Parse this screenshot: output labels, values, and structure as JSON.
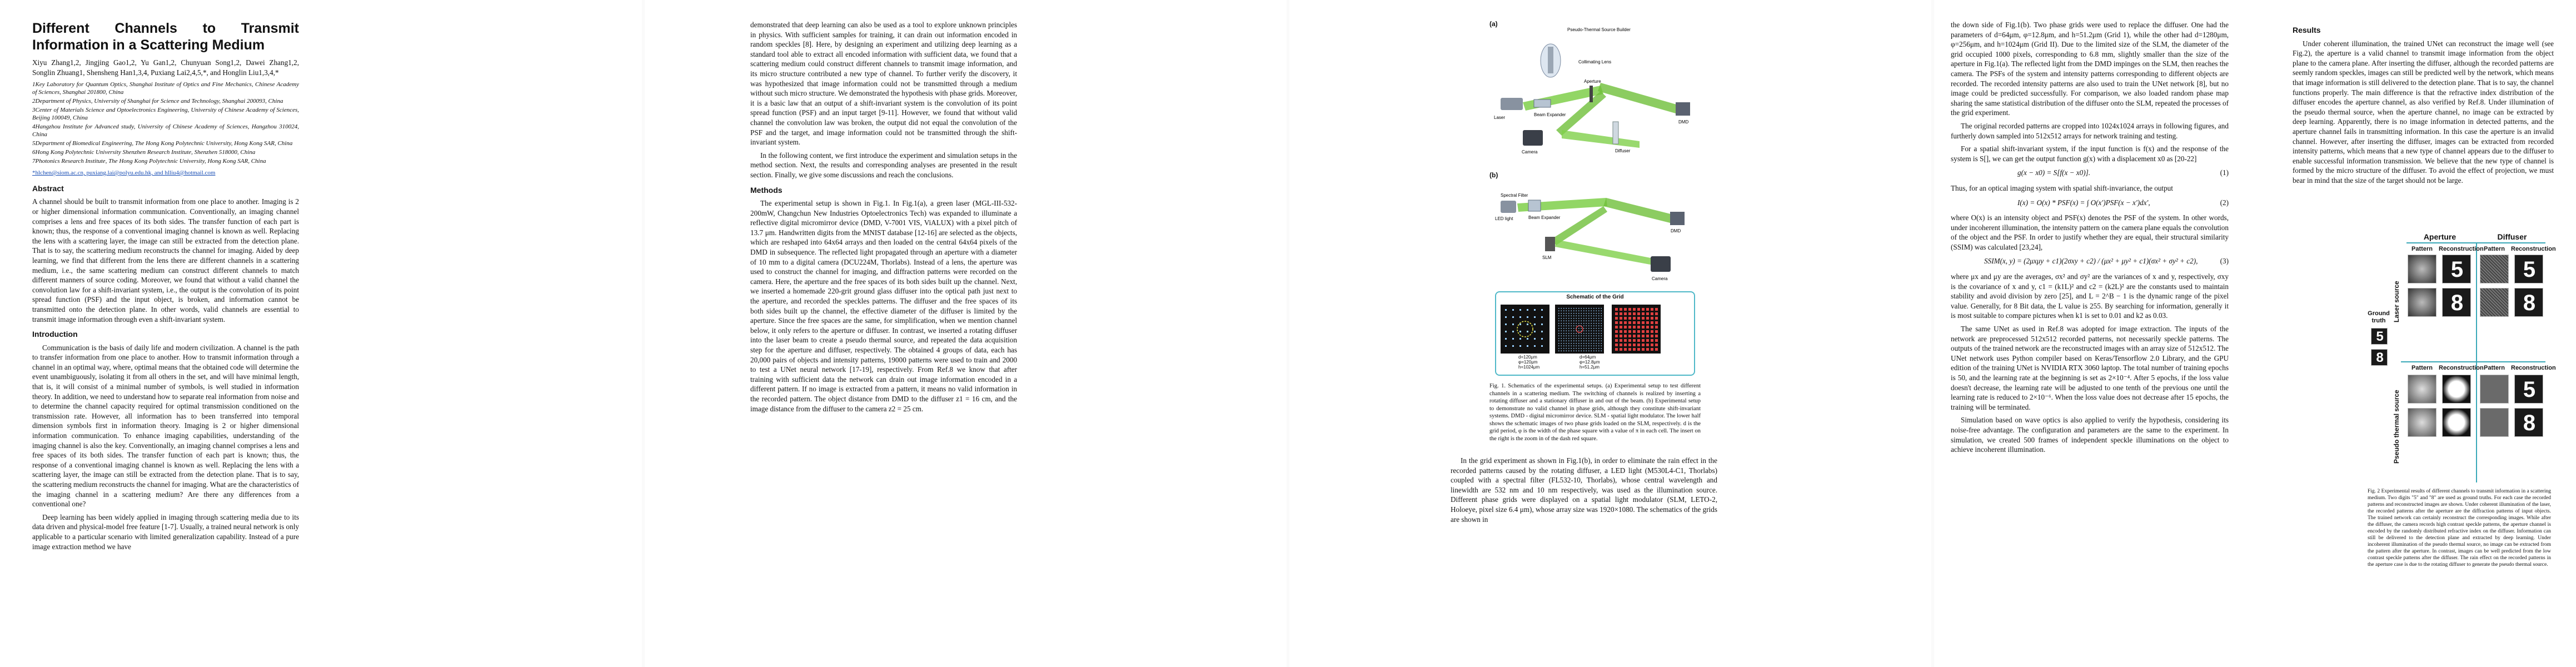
{
  "paper": {
    "title": "Different Channels to Transmit Information in a Scattering Medium",
    "authors": "Xiyu Zhang1,2, Jingjing Gao1,2, Yu Gan1,2, Chunyuan Song1,2, Dawei Zhang1,2, Songlin Zhuang1, Shensheng Han1,3,4, Puxiang Lai2,4,5,*, and Honglin Liu1,3,4,*",
    "affiliations": [
      "1Key Laboratory for Quantum Optics, Shanghai Institute of Optics and Fine Mechanics, Chinese Academy of Sciences, Shanghai 201800, China",
      "2Department of Physics, University of Shanghai for Science and Technology, Shanghai 200093, China",
      "3Center of Materials Science and Optoelectronics Engineering, University of Chinese Academy of Sciences, Beijing 100049, China",
      "4Hangzhou Institute for Advanced study, University of Chinese Academy of Sciences, Hangzhou 310024, China",
      "5Department of Biomedical Engineering, The Hong Kong Polytechnic University, Hong Kong SAR, China",
      "6Hong Kong Polytechnic University Shenzhen Research Institute, Shenzhen 518000, China",
      "7Photonics Research Institute, The Hong Kong Polytechnic University, Hong Kong SAR, China"
    ],
    "emails": "*hlchen@siom.ac.cn, puxiang.lai@polyu.edu.hk, and hlliu4@hotmail.com"
  },
  "col1": {
    "abstract_heading": "Abstract",
    "abstract": "A channel should be built to transmit information from one place to another. Imaging is 2 or higher dimensional information communication. Conventionally, an imaging channel comprises a lens and free spaces of its both sides. The transfer function of each part is known; thus, the response of a conventional imaging channel is known as well. Replacing the lens with a scattering layer, the image can still be extracted from the detection plane. That is to say, the scattering medium reconstructs the channel for imaging. Aided by deep learning, we find that different from the lens there are different channels in a scattering medium, i.e., the same scattering medium can construct different channels to match different manners of source coding. Moreover, we found that without a valid channel the convolution law for a shift-invariant system, i.e., the output is the convolution of its point spread function (PSF) and the input object, is broken, and information cannot be transmitted onto the detection plane. In other words, valid channels are essential to transmit image information through even a shift-invariant system.",
    "intro_heading": "Introduction",
    "intro_p1": "Communication is the basis of daily life and modern civilization. A channel is the path to transfer information from one place to another. How to transmit information through a channel in an optimal way, where, optimal means that the obtained code will determine the event unambiguously, isolating it from all others in the set, and will have minimal length, that is, it will consist of a minimal number of symbols, is well studied in information theory. In addition, we need to understand how to separate real information from noise and to determine the channel capacity required for optimal transmission conditioned on the transmission rate. However, all information has to been transferred into temporal dimension symbols first in information theory. Imaging is 2 or higher dimensional information communication. To enhance imaging capabilities, understanding of the imaging channel is also the key. Conventionally, an imaging channel comprises a lens and free spaces of its both sides. The transfer function of each part is known; thus, the response of a conventional imaging channel is known as well. Replacing the lens with a scattering layer, the image can still be extracted from the detection plane. That is to say, the scattering medium reconstructs the channel for imaging. What are the characteristics of the imaging channel in a scattering medium? Are there any differences from a conventional one?",
    "intro_p2": "Deep learning has been widely applied in imaging through scattering media due to its data driven and physical-model free feature [1-7]. Usually, a trained neural network is only applicable to a particular scenario with limited generalization capability. Instead of a pure image extraction method we have"
  },
  "col2": {
    "p1": "demonstrated that deep learning can also be used as a tool to explore unknown principles in physics. With sufficient samples for training, it can drain out information encoded in random speckles [8]. Here, by designing an experiment and utilizing deep learning as a standard tool able to extract all encoded information with sufficient data, we found that a scattering medium could construct different channels to transmit image information, and its micro structure contributed a new type of channel. To further verify the discovery, it was hypothesized that image information could not be transmitted through a medium without such micro structure. We demonstrated the hypothesis with phase grids. Moreover, it is a basic law that an output of a shift-invariant system is the convolution of its point spread function (PSF) and an input target [9-11]. However, we found that without valid channel the convolution law was broken, the output did not equal the convolution of the PSF and the target, and image information could not be transmitted through the shift-invariant system.",
    "p2": "In the following content, we first introduce the experiment and simulation setups in the method section. Next, the results and corresponding analyses are presented in the result section. Finally, we give some discussions and reach the conclusions.",
    "methods_heading": "Methods",
    "m1": "The experimental setup is shown in Fig.1. In Fig.1(a), a green laser (MGL-III-532-200mW, Changchun New Industries Optoelectronics Tech) was expanded to illuminate a reflective digital micromirror device (DMD, V-7001 VIS, ViALUX) with a pixel pitch of 13.7 μm. Handwritten digits from the MNIST database [12-16] are selected as the objects, which are reshaped into 64x64 arrays and then loaded on the central 64x64 pixels of the DMD in subsequence. The reflected light propagated through an aperture with a diameter of 10 mm to a digital camera (DCU224M, Thorlabs). Instead of a lens, the aperture was used to construct the channel for imaging, and diffraction patterns were recorded on the camera. Here, the aperture and the free spaces of its both sides built up the channel. Next, we inserted a homemade 220-grit ground glass diffuser into the optical path just next to the aperture, and recorded the speckles patterns. The diffuser and the free spaces of its both sides built up the channel, the effective diameter of the diffuser is limited by the aperture. Since the free spaces are the same, for simplification, when we mention channel below, it only refers to the aperture or diffuser. In contrast, we inserted a rotating diffuser into the laser beam to create a pseudo thermal source, and repeated the data acquisition step for the aperture and diffuser, respectively. The obtained 4 groups of data, each has 20,000 pairs of objects and intensity patterns, 19000 patterns were used to train and 2000 to test a UNet neural network [17-19], respectively. From Ref.8 we know that after training with sufficient data the network can drain out image information encoded in a different pattern. If no image is extracted from a pattern, it means no valid information in the recorded pattern. The object distance from DMD to the diffuser z1 = 16 cm, and the image distance from the diffuser to the camera z2 = 25 cm."
  },
  "figure1": {
    "label_a": "(a)",
    "label_b": "(b)",
    "pseudo_thermal": "Pseudo-Thermal Source Builder",
    "laser": "Laser",
    "beam_expander": "Beam Expander",
    "collimating_lens": "Collimating Lens",
    "aperture": "Aperture",
    "diffuser": "Diffuser",
    "dmd": "DMD",
    "camera": "Camera",
    "spectral_filter": "Spectral Filter",
    "led_light": "LED light",
    "slm": "SLM",
    "grid_title": "Schematic of the Grid",
    "grid_left_params": [
      "d=120μm",
      "φ=120μm",
      "h=1024μm"
    ],
    "grid_right_params": [
      "d=64μm",
      "φ=12.8μm",
      "h=51.2μm"
    ],
    "caption": "Fig. 1. Schematics of the experimental setups. (a) Experimental setup to test different channels in a scattering medium. The switching of channels is realized by inserting a rotating diffuser and a stationary diffuser in and out of the beam. (b) Experimental setup to demonstrate no valid channel in phase grids, although they constitute shift-invariant systems. DMD - digital micromirror device. SLM - spatial light modulator. The lower half shows the schematic images of two phase grids loaded on the SLM, respectively. d is the grid period, φ is the width of the phase square with a value of π in each cell. The insert on the right is the zoom in of the dash red square."
  },
  "col3": {
    "p1": "In the grid experiment as shown in Fig.1(b), in order to eliminate the rain effect in the recorded patterns caused by the rotating diffuser, a LED light (M530L4-C1, Thorlabs) coupled with a spectral filter (FL532-10, Thorlabs), whose central wavelength and linewidth are 532 nm and 10 nm respectively, was used as the illumination source. Different phase grids were displayed on a spatial light modulator (SLM, LETO-2, Holoeye, pixel size 6.4 μm), whose array size was 1920×1080. The schematics of the grids are shown in"
  },
  "col4": {
    "p1": "the down side of Fig.1(b). Two phase grids were used to replace the diffuser. One had the parameters of d=64μm, φ=12.8μm, and h=51.2μm (Grid 1), while the other had d=1280μm, φ=256μm, and h=1024μm (Grid II). Due to the limited size of the SLM, the diameter of the grid occupied 1000 pixels, corresponding to 6.8 mm, slightly smaller than the size of the aperture in Fig.1(a). The reflected light from the DMD impinges on the SLM, then reaches the camera. The PSFs of the system and intensity patterns corresponding to different objects are recorded. The recorded intensity patterns are also used to train the UNet network [8], but no image could be predicted successfully. For comparison, we also loaded random phase map sharing the same statistical distribution of the diffuser onto the SLM, repeated the processes of the grid experiment.",
    "p2": "The original recorded patterns are cropped into 1024x1024 arrays in following figures, and furtherly down sampled into 512x512 arrays for network training and testing.",
    "p3": "For a spatial shift-invariant system, if the input function is f(x) and the response of the system is S[], we can get the output function g(x) with a displacement x0 as [20-22]",
    "eq1": "g(x − x0) = S[f(x − x0)].",
    "eq1_num": "(1)",
    "p4": "Thus, for an optical imaging system with spatial shift-invariance, the output",
    "eq2": "I(x) = O(x) * PSF(x) = ∫ O(x')PSF(x − x')dx',",
    "eq2_num": "(2)",
    "p5": "where O(x) is an intensity object and PSF(x) denotes the PSF of the system. In other words, under incoherent illumination, the intensity pattern on the camera plane equals the convolution of the object and the PSF. In order to justify whether they are equal, their structural similarity (SSIM) was calculated [23,24],",
    "eq3": "SSIM(x, y) = (2μxμy + c1)(2σxy + c2) / (μx² + μy² + c1)(σx² + σy² + c2),",
    "eq3_num": "(3)",
    "p6": "where μx and μy are the averages, σx² and σy² are the variances of x and y, respectively, σxy is the covariance of x and y, c1 = (k1L)² and c2 = (k2L)² are the constants used to maintain stability and avoid division by zero [25], and L = 2^B − 1 is the dynamic range of the pixel value. Generally, for 8 Bit data, the L value is 255. By searching for information, generally it is most suitable to compare pictures when k1 is set to 0.01 and k2 as 0.03.",
    "p7": "The same UNet as used in Ref.8 was adopted for image extraction. The inputs of the network are preprocessed 512x512 recorded patterns, not necessarily speckle patterns. The outputs of the trained network are the reconstructed images with an array size of 512x512. The UNet network uses Python compiler based on Keras/Tensorflow 2.0 Library, and the GPU edition of the training UNet is NVIDIA RTX 3060 laptop. The total number of training epochs is 50, and the learning rate at the beginning is set as 2×10⁻⁴. After 5 epochs, if the loss value doesn't decrease, the learning rate will be adjusted to one tenth of the previous one until the learning rate is reduced to 2×10⁻⁶. When the loss value does not decrease after 15 epochs, the training will be terminated.",
    "p8": "Simulation based on wave optics is also applied to verify the hypothesis, considering its noise-free advantage. The configuration and parameters are the same to the experiment. In simulation, we created 500 frames of independent speckle illuminations on the object to achieve incoherent illumination."
  },
  "col5": {
    "results_heading": "Results",
    "p1": "Under coherent illumination, the trained UNet can reconstruct the image well (see Fig.2), the aperture is a valid channel to transmit image information from the object plane to the camera plane. After inserting the diffuser, although the recorded patterns are seemly random speckles, images can still be predicted well by the network, which means that image information is still delivered to the detection plane. That is to say, the channel functions properly. The main difference is that the refractive index distribution of the diffuser encodes the aperture channel, as also verified by Ref.8. Under illumination of the pseudo thermal source, when the aperture channel, no image can be extracted by deep learning. Apparently, there is no image information in detected patterns, and the aperture channel fails in transmitting information. In this case the aperture is an invalid channel. However, after inserting the diffuser, images can be extracted from recorded intensity patterns, which means that a new type of channel appears due to the diffuser to enable successful information transmission. We believe that the new type of channel is formed by the micro structure of the diffuser. To avoid the effect of projection, we must bear in mind that the size of the target should not be large."
  },
  "figure2": {
    "aperture_header": "Aperture",
    "diffuser_header": "Diffuser",
    "pattern_label": "Pattern",
    "reconstruction_label": "Reconstruction",
    "ground_truth_label": "Ground truth",
    "laser_source_label": "Laser source",
    "pseudo_source_label": "Pseudo thermal source",
    "digits": [
      "5",
      "8"
    ],
    "caption": "Fig. 2 Experimental results of different channels to transmit information in a scattering medium. Two digits \"5\" and \"8\" are used as ground truths. For each case the recorded patterns and reconstructed images are shown. Under coherent illumination of the laser, the recorded patterns after the aperture are the diffraction patterns of input objects. The trained network can certainly reconstruct the corresponding images. While after the diffuser, the camera records high contrast speckle patterns, the aperture channel is encoded by the randomly distributed refractive index on the diffuser. Information can still be delivered to the detection plane and extracted by deep learning. Under incoherent illumination of the pseudo thermal source, no image can be extracted from the pattern after the aperture. In contrast, images can be well predicted from the low contrast speckle patterns after the diffuser. The rain effect on the recorded patterns in the aperture case is due to the rotating diffuser to generate the pseudo thermal source."
  },
  "colors": {
    "laser_green": "#6fbf3a",
    "grid_border": "#4fb8c8",
    "link_blue": "#1a4fb5",
    "cell_teal": "#3aa8b8"
  }
}
